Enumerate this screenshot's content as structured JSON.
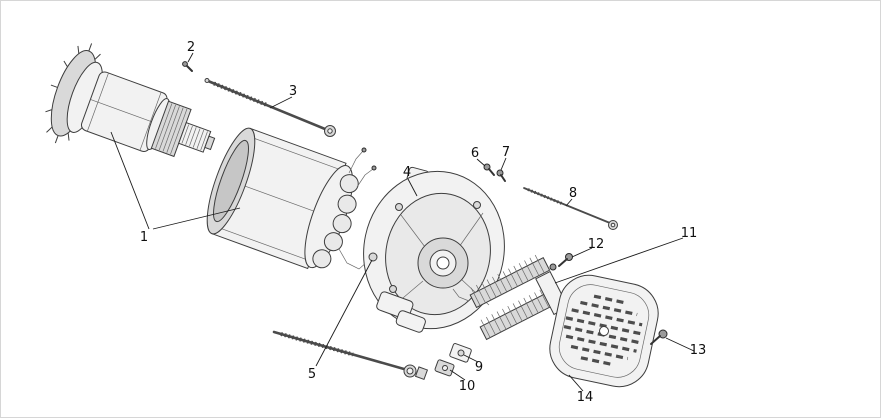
{
  "figure": {
    "kind": "exploded-parts-diagram",
    "colors": {
      "background": "#ffffff",
      "line": "#3e3e3e",
      "fill_light": "#f2f2f2",
      "fill_dark": "#d9d9d9",
      "label_text": "#101010"
    },
    "callouts": [
      {
        "label": "1"
      },
      {
        "label": "2"
      },
      {
        "label": "3"
      },
      {
        "label": "4"
      },
      {
        "label": "5"
      },
      {
        "label": "6"
      },
      {
        "label": "7"
      },
      {
        "label": "8"
      },
      {
        "label": "9"
      },
      {
        "label": "10"
      },
      {
        "label": "11"
      },
      {
        "label": "12"
      },
      {
        "label": "13"
      },
      {
        "label": "14"
      }
    ]
  }
}
